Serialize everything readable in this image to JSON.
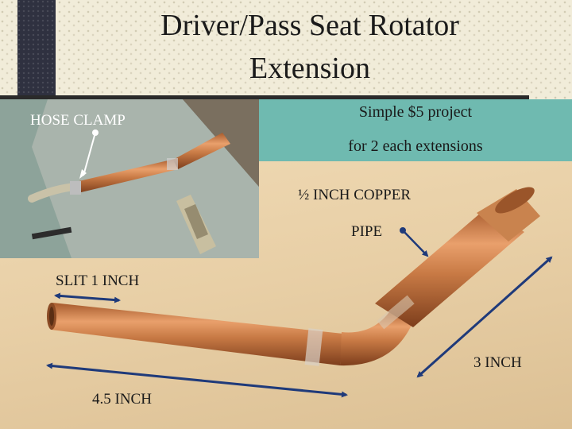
{
  "slide": {
    "title_line1": "Driver/Pass Seat Rotator",
    "title_line2": "Extension",
    "teal_line1": "Simple $5 project",
    "teal_line2": "for 2 each extensions"
  },
  "labels": {
    "hose_clamp": "HOSE CLAMP",
    "copper_pipe_line1": "½ INCH COPPER",
    "copper_pipe_line2": "PIPE",
    "slit": "SLIT  1 INCH",
    "three_inch": "3 INCH",
    "four_half_inch": "4.5 INCH"
  },
  "colors": {
    "background": "#f1ecd9",
    "teal_box": "#6fbab0",
    "dark_bar": "#2f3140",
    "copper": "#c77a45"
  }
}
